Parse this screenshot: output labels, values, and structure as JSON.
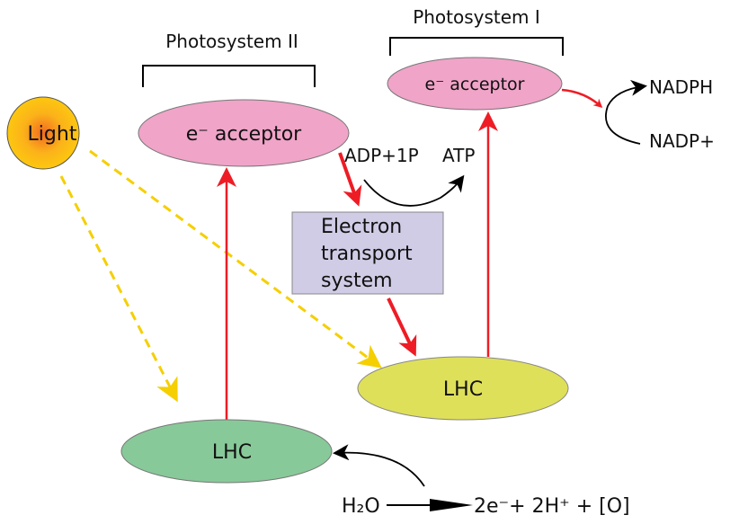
{
  "light": {
    "label": "Light"
  },
  "photosystem_ii": {
    "title": "Photosystem II",
    "acceptor": "e⁻ acceptor",
    "lhc": "LHC"
  },
  "photosystem_i": {
    "title": "Photosystem I",
    "acceptor": "e⁻ acceptor",
    "lhc": "LHC"
  },
  "ets": {
    "line1": "Electron",
    "line2": "transport",
    "line3": "system"
  },
  "atp": {
    "adp": "ADP+1P",
    "atp": "ATP"
  },
  "nadp": {
    "nadph": "NADPH",
    "nadp_plus": "NADP+"
  },
  "water": {
    "reactant": "H₂O",
    "products": "2e⁻+ 2H⁺ + [O]"
  },
  "colors": {
    "pink": "#f0a4c8",
    "lhc_left": "#88c999",
    "lhc_right": "#dfe05a",
    "ets": "#d0cce6",
    "red": "#ee1c25",
    "yellow": "#f5cf00"
  }
}
